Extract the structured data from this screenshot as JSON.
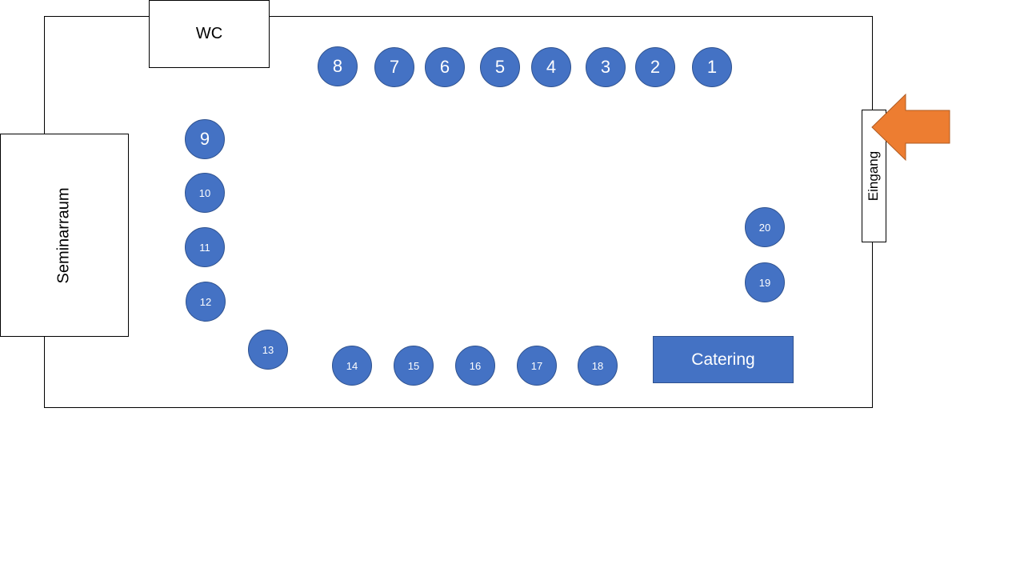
{
  "rooms": {
    "wc": "WC",
    "seminar": "Seminarraum",
    "entrance": "Eingang",
    "catering": "Catering"
  },
  "colors": {
    "table_fill": "#4472c4",
    "table_border": "#2f528f",
    "arrow_fill": "#ed7d31",
    "arrow_border": "#ae5a21"
  },
  "icons": {
    "entrance_arrow": "arrow-left-icon"
  },
  "tables": [
    "1",
    "2",
    "3",
    "4",
    "5",
    "6",
    "7",
    "8",
    "9",
    "10",
    "11",
    "12",
    "13",
    "14",
    "15",
    "16",
    "17",
    "18",
    "19",
    "20"
  ]
}
